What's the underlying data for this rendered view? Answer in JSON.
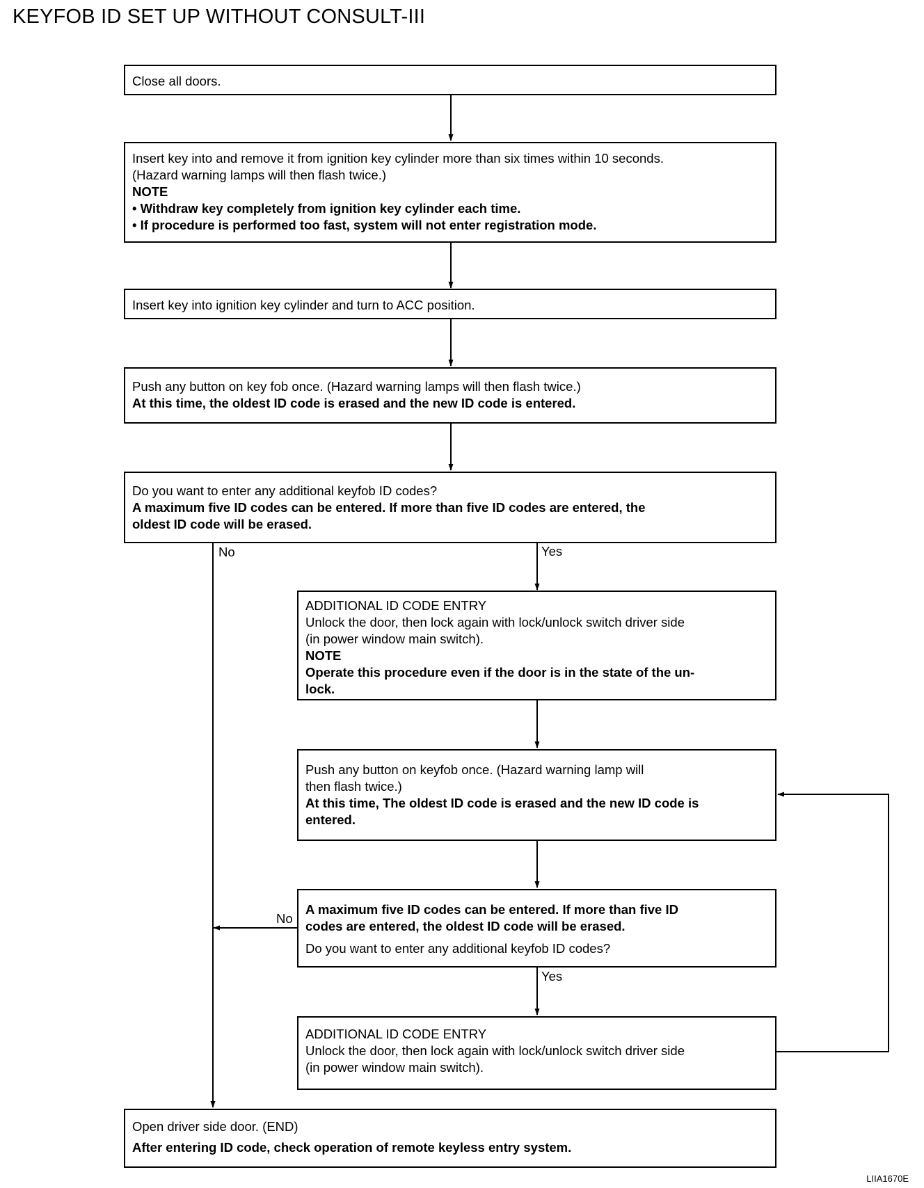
{
  "title": "KEYFOB ID SET UP WITHOUT CONSULT-III",
  "figure_code": "LIIA1670E",
  "steps": {
    "close_doors": {
      "text": "Close all doors."
    },
    "insert_remove": {
      "line1": "Insert key into and remove it from ignition key cylinder more than six times within 10 seconds.",
      "line2": "(Hazard warning lamps will then flash twice.)",
      "note_label": "NOTE",
      "note1": "• Withdraw key completely from ignition key cylinder each time.",
      "note2": "• If procedure is performed too fast, system will not enter registration mode."
    },
    "acc": {
      "text": "Insert key into ignition key cylinder and turn to ACC position."
    },
    "push_fob": {
      "line1": "Push any button on key fob once. (Hazard warning lamps will then flash twice.)",
      "line2": "At this time, the oldest ID code is erased and the new ID code is entered."
    },
    "decision1": {
      "line1": "Do you want to enter any additional keyfob ID codes?",
      "line2": "A  maximum five ID codes can be entered. If more than five ID codes are entered, the",
      "line3": "oldest ID code will be erased."
    },
    "entry1": {
      "heading": "ADDITIONAL ID CODE ENTRY",
      "line1": "Unlock the door, then lock again with lock/unlock switch driver side",
      "line2": "(in power window main switch).",
      "note_label": "NOTE",
      "note1": "Operate this procedure even if the door is in the state of the un-",
      "note2": "lock."
    },
    "push_fob2": {
      "line1": "Push any button on keyfob once. (Hazard warning lamp will",
      "line2": "then flash twice.)",
      "line3": "At this time, The oldest ID code is erased and the new ID code is",
      "line4": "entered."
    },
    "decision2": {
      "line1": "A  maximum five ID codes can be entered. If more than five ID",
      "line2": "codes are entered, the oldest ID code will be erased.",
      "line3": "Do you want to enter any additional keyfob ID codes?"
    },
    "entry2": {
      "heading": "ADDITIONAL ID CODE ENTRY",
      "line1": "Unlock the door, then lock again with lock/unlock switch driver side",
      "line2": "(in power window main switch)."
    },
    "end": {
      "line1": "Open driver side door. (END)",
      "line2": "After entering ID code, check operation of remote keyless entry system."
    }
  },
  "labels": {
    "no1": "No",
    "yes1": "Yes",
    "no2": "No",
    "yes2": "Yes"
  }
}
